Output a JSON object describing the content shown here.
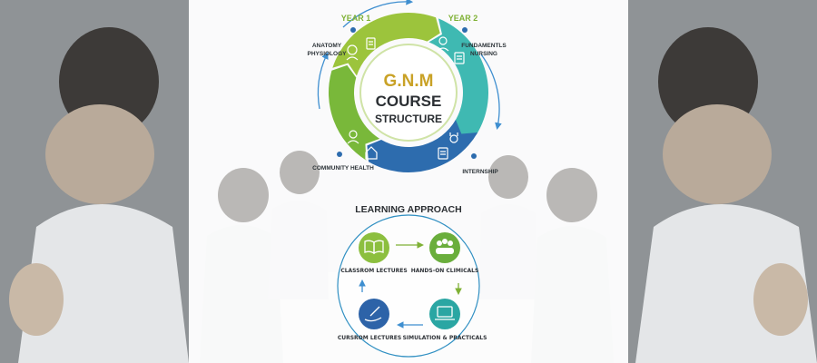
{
  "course_cycle": {
    "title_line1": "G.N.M",
    "title_line2": "COURSE",
    "title_line3": "STRUCTURE",
    "year1_label": "YEAR 1",
    "year2_label": "YEAR 2",
    "segments": [
      {
        "label_line1": "ANATOMY",
        "label_line2": "PHYSIOLOGY",
        "color": "#9cc43c"
      },
      {
        "label_line1": "FUNDAMENTLS",
        "label_line2": "NURSING",
        "color": "#3fb9b2"
      },
      {
        "label_line1": "INTERNSHIP",
        "label_line2": "",
        "color": "#2d6cae"
      },
      {
        "label_line1": "COMMUNITY HEALTH",
        "label_line2": "",
        "color": "#79b83a"
      }
    ]
  },
  "learning_approach": {
    "title": "LEARNING APPROACH",
    "steps": [
      {
        "label": "CLASSROM LECTURES",
        "icon": "book-icon",
        "color": "#8cbf3f"
      },
      {
        "label": "HANDS-ON CLIMICALS",
        "icon": "group-icon",
        "color": "#6aae3c"
      },
      {
        "label": "SIMULATION & PRACTICALS",
        "icon": "laptop-icon",
        "color": "#2aa6a3"
      },
      {
        "label": "CURSROM LECTURES",
        "icon": "hand-pen-icon",
        "color": "#2d63a8"
      }
    ]
  },
  "colors": {
    "year_label": "#7fb135",
    "title_gold": "#c9a227",
    "title_dark": "#2b2f33",
    "arrow_blue": "#3f8fd0"
  }
}
